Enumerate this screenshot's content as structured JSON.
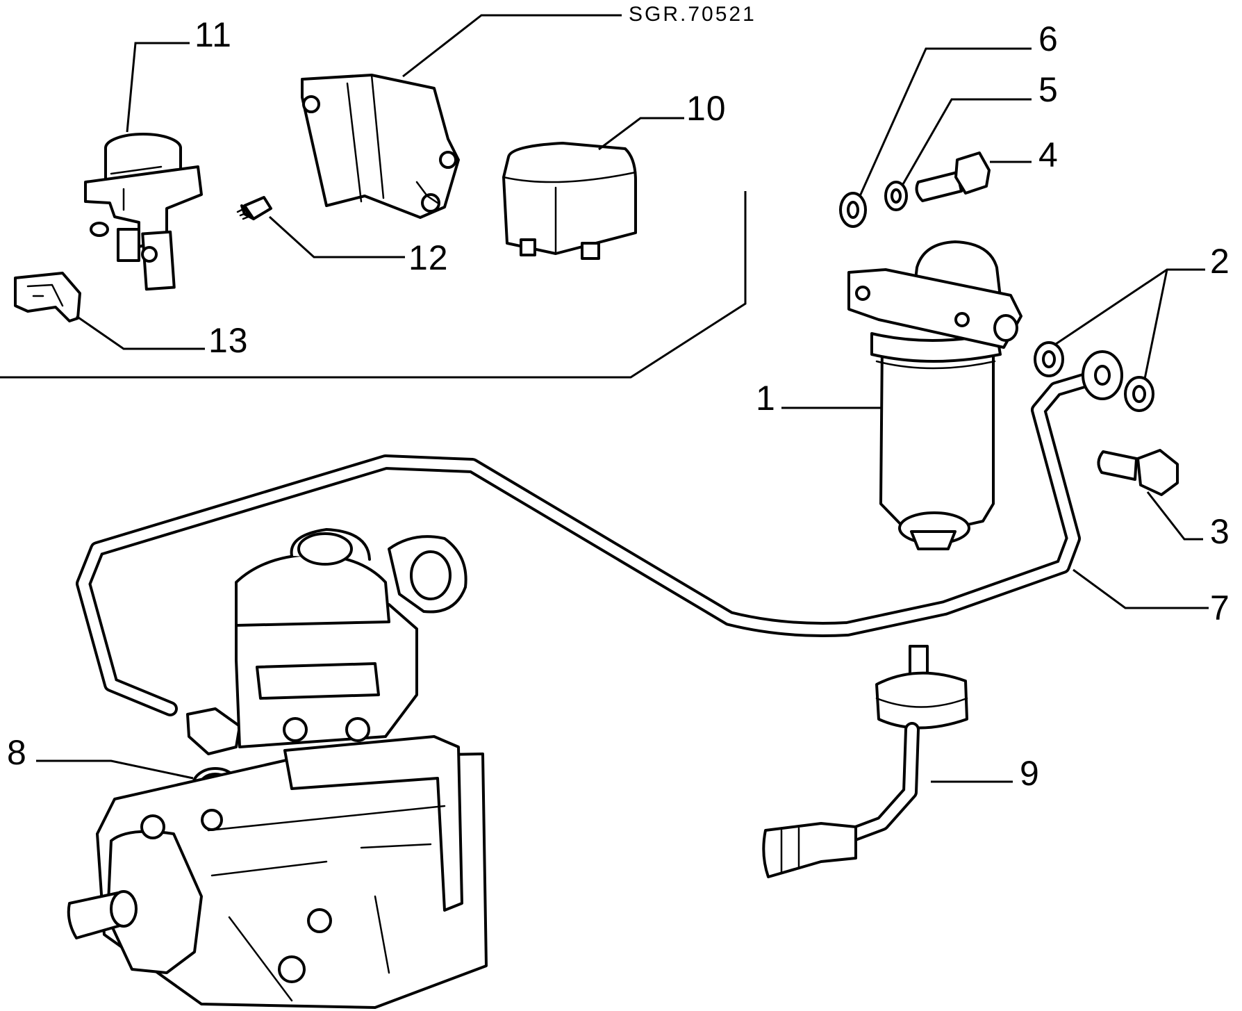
{
  "drawing": {
    "reference_code": "SGR.70521",
    "callouts": {
      "c1": "1",
      "c2": "2",
      "c3": "3",
      "c4": "4",
      "c5": "5",
      "c6": "6",
      "c7": "7",
      "c8": "8",
      "c9": "9",
      "c10": "10",
      "c11": "11",
      "c12": "12",
      "c13": "13"
    }
  }
}
